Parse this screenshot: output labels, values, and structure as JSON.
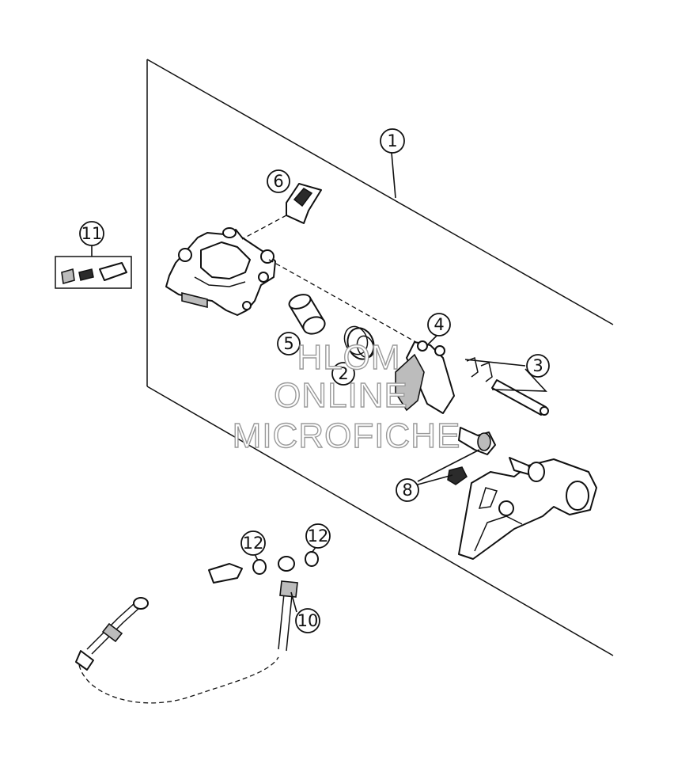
{
  "callouts": [
    {
      "id": "1",
      "label": "1"
    },
    {
      "id": "2",
      "label": "2"
    },
    {
      "id": "3",
      "label": "3"
    },
    {
      "id": "4",
      "label": "4"
    },
    {
      "id": "5",
      "label": "5"
    },
    {
      "id": "6",
      "label": "6"
    },
    {
      "id": "8",
      "label": "8"
    },
    {
      "id": "10",
      "label": "10"
    },
    {
      "id": "11",
      "label": "11"
    },
    {
      "id": "12a",
      "label": "12"
    },
    {
      "id": "12b",
      "label": "12"
    }
  ],
  "watermark": {
    "line1": "HLOM",
    "line2": "ONLINE",
    "line3": "MICROFICHE"
  }
}
